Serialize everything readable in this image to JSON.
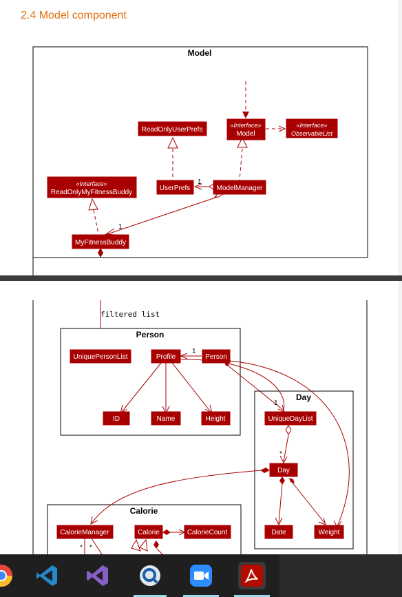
{
  "heading": "2.4 Model component",
  "model_diagram": {
    "package": "Model",
    "classes": {
      "read_only_user_prefs": "ReadOnlyUserPrefs",
      "model_stereotype": "«Interface»",
      "model": "Model",
      "observable_stereotype": "«Interface»",
      "observable_list": "ObservableList",
      "rofb_stereotype": "«Interface»",
      "read_only_fitness_buddy": "ReadOnlyMyFitnessBuddy",
      "user_prefs": "UserPrefs",
      "model_manager": "ModelManager",
      "my_fitness_buddy": "MyFitnessBuddy"
    },
    "multiplicities": {
      "user_prefs": "1",
      "fitness_buddy": "1"
    }
  },
  "detail_diagram": {
    "note": "filtered list",
    "person_package": "Person",
    "day_package": "Day",
    "calorie_package": "Calorie",
    "classes": {
      "unique_person_list": "UniquePersonList",
      "profile": "Profile",
      "person": "Person",
      "id": "ID",
      "name": "Name",
      "height": "Height",
      "unique_day_list": "UniqueDayList",
      "day": "Day",
      "date": "Date",
      "weight": "Weight",
      "calorie_manager": "CalorieManager",
      "calorie": "Calorie",
      "calorie_count": "CalorieCount"
    },
    "multiplicities": {
      "person_list": "1",
      "profile": "1",
      "day_list": "1",
      "day_many": "*",
      "cal_a": "*",
      "cal_b": "*"
    }
  },
  "taskbar": {
    "apps": [
      "chrome-icon",
      "vscode-icon",
      "visual-studio-icon",
      "quicktime-icon",
      "zoom-icon",
      "acrobat-icon"
    ]
  },
  "colors": {
    "uml_class": "#a80000",
    "heading": "#e36c0a",
    "taskbar": "#1f1f1f"
  }
}
